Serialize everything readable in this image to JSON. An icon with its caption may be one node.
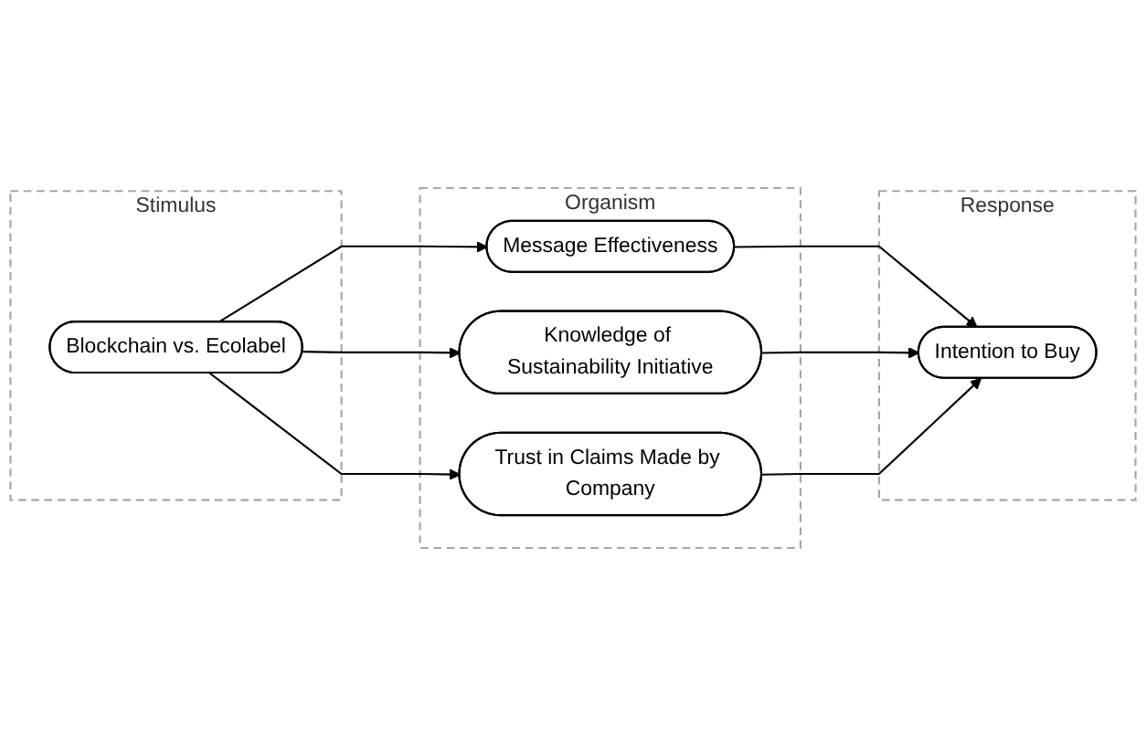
{
  "diagram": {
    "nodes": [
      {
        "text": [
          "Stimulus"
        ]
      },
      {
        "text": [
          "Blockchain vs. Ecolabel"
        ],
        "in": 0
      },
      {
        "text": [
          "Organism"
        ]
      },
      {
        "text": [
          "Message Effectiveness"
        ],
        "in": 2
      },
      {
        "text": [
          "Knowledge of Sustainability Initiative"
        ],
        "in": 2
      },
      {
        "text": [
          "Trust in Claims Made by Company"
        ],
        "in": 2
      },
      {
        "text": [
          "Response"
        ]
      },
      {
        "text": [
          "Intention to Buy"
        ],
        "in": 6
      }
    ],
    "edges": [
      {
        "from": 1,
        "to": 3,
        "arrow": "to"
      },
      {
        "from": 1,
        "to": 4,
        "arrow": "to"
      },
      {
        "from": 1,
        "to": 5,
        "arrow": "to"
      },
      {
        "from": 3,
        "to": 7,
        "arrow": "to"
      },
      {
        "from": 4,
        "to": 7,
        "arrow": "to"
      },
      {
        "from": 5,
        "to": 7,
        "arrow": "to"
      }
    ]
  }
}
